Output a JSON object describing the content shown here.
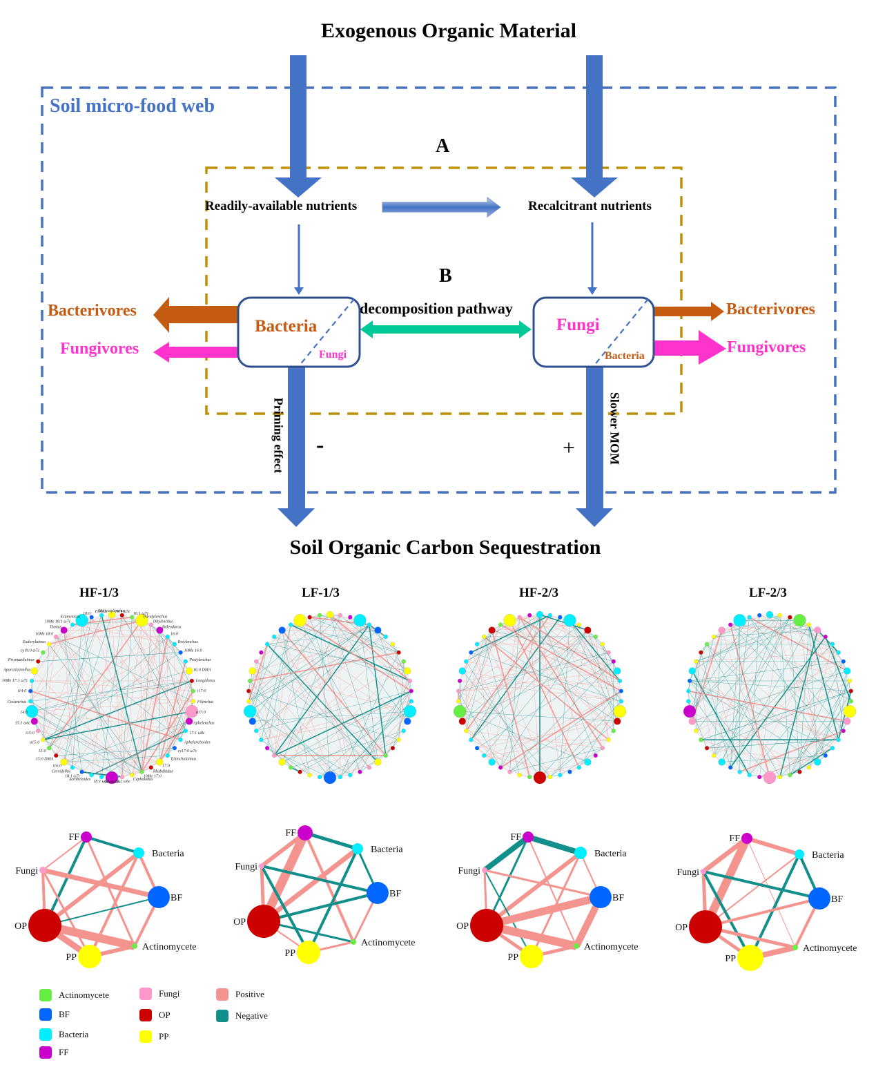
{
  "diagram": {
    "top_title": "Exogenous Organic Material",
    "bottom_title": "Soil Organic Carbon Sequestration",
    "outer_box_label": "Soil micro-food web",
    "section_a_label": "A",
    "section_b_label": "B",
    "readily_label": "Readily-available  nutrients",
    "recalcitrant_label": "Recalcitrant  nutrients",
    "decomposition_label": "decomposition pathway",
    "left_box": {
      "main": "Bacteria",
      "sub": "Fungi"
    },
    "right_box": {
      "main": "Fungi",
      "sub": "Bacteria"
    },
    "left_outputs": {
      "bacterivores": "Bacterivores",
      "fungivores": "Fungivores"
    },
    "right_outputs": {
      "bacterivores": "Bacterivores",
      "fungivores": "Fungivores"
    },
    "priming_label": "Priming  effect",
    "slower_label": "Slower MOM",
    "minus_sign": "-",
    "plus_sign": "+",
    "colors": {
      "blue_arrow": "#4472C4",
      "outer_dash": "#4472C4",
      "inner_dash": "#BF9000",
      "bacteria_text": "#C55A11",
      "fungi_text": "#FF33CC",
      "decomp_arrow": "#00C896",
      "bacterivore_arrow": "#C55A11",
      "fungivore_arrow": "#FF33CC"
    }
  },
  "networks": {
    "panels": [
      {
        "title": "HF-1/3"
      },
      {
        "title": "LF-1/3"
      },
      {
        "title": "HF-2/3"
      },
      {
        "title": "LF-2/3"
      }
    ],
    "hf13_labels": [
      "Helicotylenchus",
      "16:1 ω5c",
      "16:1 ω7c",
      "Paratylenchus",
      "Ditylenchus",
      "Boleodorus",
      "16:0",
      "Rotylenchus",
      "10Me 16:0",
      "Pratylenchus",
      "16:0 DMA",
      "Longidorus",
      "i17:0",
      "Filenchus",
      "a17:0",
      "Aphelenchus",
      "17:1 ω8c",
      "Aphelenchoides",
      "cy17:0 ω7c",
      "Tylencholaimus",
      "17:0",
      "Rhabditidae",
      "10Me 17:0",
      "Cephalobus",
      "18:2 ω6c",
      "Acrobeles",
      "18:1 ω9c",
      "Acrobeloides",
      "18:1 ω7c",
      "Cervidellus",
      "i16:0",
      "15:0 DMA",
      "15:0",
      "a15:0",
      "i15:0",
      "15:1 ω6c",
      "14:0",
      "Coslenchus",
      "i14:0",
      "10Me 17:1 ω7c",
      "Aporcelaimellus",
      "Prismatolaimus",
      "cy19:0 ω7c",
      "Eudorylaimus",
      "10Me 18:0",
      "Thonus",
      "10Me 18:1 ω7c",
      "Ecumenicus",
      "18:0",
      "Plectus"
    ],
    "legend": {
      "nodes": [
        {
          "label": "Actinomycete",
          "color": "#66EE44"
        },
        {
          "label": "BF",
          "color": "#0066FF"
        },
        {
          "label": "Bacteria",
          "color": "#00EEFF"
        },
        {
          "label": "FF",
          "color": "#CC00CC"
        },
        {
          "label": "Fungi",
          "color": "#FF99CC"
        },
        {
          "label": "OP",
          "color": "#CC0000"
        },
        {
          "label": "PP",
          "color": "#FFFF00"
        }
      ],
      "edges": [
        {
          "label": "Positive",
          "color": "#F4948F"
        },
        {
          "label": "Negative",
          "color": "#128F8B"
        }
      ]
    },
    "group_node_labels": {
      "FF": "FF",
      "Bacteria": "Bacteria",
      "Fungi": "Fungi",
      "BF": "BF",
      "OP": "OP",
      "Actinomycete": "Actinomycete",
      "PP": "PP"
    },
    "group_networks": [
      {
        "panel": "HF-1/3",
        "node_sizes": {
          "FF": 8,
          "Bacteria": 8,
          "Fungi": 5,
          "BF": 16,
          "OP": 24,
          "PP": 17,
          "Actinomycete": 4
        },
        "edges": [
          {
            "a": "FF",
            "b": "Bacteria",
            "sign": "negative",
            "w": 4
          },
          {
            "a": "FF",
            "b": "Fungi",
            "sign": "positive",
            "w": 2
          },
          {
            "a": "FF",
            "b": "OP",
            "sign": "negative",
            "w": 4
          },
          {
            "a": "FF",
            "b": "Actinomycete",
            "sign": "positive",
            "w": 3
          },
          {
            "a": "Bacteria",
            "b": "OP",
            "sign": "positive",
            "w": 6
          },
          {
            "a": "Bacteria",
            "b": "BF",
            "sign": "positive",
            "w": 4
          },
          {
            "a": "Bacteria",
            "b": "PP",
            "sign": "positive",
            "w": 4
          },
          {
            "a": "Fungi",
            "b": "BF",
            "sign": "positive",
            "w": 7
          },
          {
            "a": "Fungi",
            "b": "OP",
            "sign": "positive",
            "w": 4
          },
          {
            "a": "Fungi",
            "b": "PP",
            "sign": "positive",
            "w": 3
          },
          {
            "a": "BF",
            "b": "OP",
            "sign": "negative",
            "w": 2
          },
          {
            "a": "BF",
            "b": "Actinomycete",
            "sign": "positive",
            "w": 4
          },
          {
            "a": "OP",
            "b": "Actinomycete",
            "sign": "positive",
            "w": 12
          },
          {
            "a": "OP",
            "b": "PP",
            "sign": "positive",
            "w": 9
          },
          {
            "a": "PP",
            "b": "Actinomycete",
            "sign": "positive",
            "w": 6
          }
        ]
      },
      {
        "panel": "LF-1/3",
        "node_sizes": {
          "FF": 11,
          "Bacteria": 8,
          "Fungi": 4,
          "BF": 16,
          "OP": 24,
          "PP": 17,
          "Actinomycete": 4
        },
        "edges": [
          {
            "a": "FF",
            "b": "Bacteria",
            "sign": "negative",
            "w": 5
          },
          {
            "a": "FF",
            "b": "Fungi",
            "sign": "positive",
            "w": 6
          },
          {
            "a": "FF",
            "b": "OP",
            "sign": "positive",
            "w": 13
          },
          {
            "a": "FF",
            "b": "Actinomycete",
            "sign": "positive",
            "w": 4
          },
          {
            "a": "Bacteria",
            "b": "OP",
            "sign": "positive",
            "w": 7
          },
          {
            "a": "Bacteria",
            "b": "BF",
            "sign": "negative",
            "w": 3
          },
          {
            "a": "Bacteria",
            "b": "PP",
            "sign": "negative",
            "w": 4
          },
          {
            "a": "Fungi",
            "b": "BF",
            "sign": "negative",
            "w": 4
          },
          {
            "a": "Fungi",
            "b": "OP",
            "sign": "positive",
            "w": 5
          },
          {
            "a": "Fungi",
            "b": "PP",
            "sign": "negative",
            "w": 4
          },
          {
            "a": "BF",
            "b": "OP",
            "sign": "negative",
            "w": 4
          },
          {
            "a": "BF",
            "b": "Actinomycete",
            "sign": "positive",
            "w": 3
          },
          {
            "a": "OP",
            "b": "Actinomycete",
            "sign": "negative",
            "w": 3
          },
          {
            "a": "OP",
            "b": "PP",
            "sign": "positive",
            "w": 2
          },
          {
            "a": "PP",
            "b": "Actinomycete",
            "sign": "positive",
            "w": 3
          }
        ]
      },
      {
        "panel": "HF-2/3",
        "node_sizes": {
          "FF": 8,
          "Bacteria": 9,
          "Fungi": 4,
          "BF": 16,
          "OP": 24,
          "PP": 17,
          "Actinomycete": 4
        },
        "edges": [
          {
            "a": "FF",
            "b": "Bacteria",
            "sign": "negative",
            "w": 8
          },
          {
            "a": "FF",
            "b": "Fungi",
            "sign": "negative",
            "w": 8
          },
          {
            "a": "FF",
            "b": "OP",
            "sign": "negative",
            "w": 3
          },
          {
            "a": "FF",
            "b": "Actinomycete",
            "sign": "positive",
            "w": 2
          },
          {
            "a": "Bacteria",
            "b": "OP",
            "sign": "positive",
            "w": 6
          },
          {
            "a": "Bacteria",
            "b": "BF",
            "sign": "positive",
            "w": 2
          },
          {
            "a": "Bacteria",
            "b": "PP",
            "sign": "positive",
            "w": 3
          },
          {
            "a": "Fungi",
            "b": "BF",
            "sign": "positive",
            "w": 3
          },
          {
            "a": "Fungi",
            "b": "OP",
            "sign": "positive",
            "w": 3
          },
          {
            "a": "Fungi",
            "b": "PP",
            "sign": "negative",
            "w": 2
          },
          {
            "a": "BF",
            "b": "OP",
            "sign": "positive",
            "w": 11
          },
          {
            "a": "BF",
            "b": "Actinomycete",
            "sign": "positive",
            "w": 10
          },
          {
            "a": "OP",
            "b": "Actinomycete",
            "sign": "positive",
            "w": 12
          },
          {
            "a": "OP",
            "b": "PP",
            "sign": "positive",
            "w": 5
          },
          {
            "a": "PP",
            "b": "Actinomycete",
            "sign": "positive",
            "w": 5
          }
        ]
      },
      {
        "panel": "LF-2/3",
        "node_sizes": {
          "FF": 8,
          "Bacteria": 7,
          "Fungi": 4,
          "BF": 16,
          "OP": 24,
          "PP": 19,
          "Actinomycete": 4
        },
        "edges": [
          {
            "a": "FF",
            "b": "Bacteria",
            "sign": "positive",
            "w": 6
          },
          {
            "a": "FF",
            "b": "Fungi",
            "sign": "positive",
            "w": 7
          },
          {
            "a": "FF",
            "b": "OP",
            "sign": "positive",
            "w": 12
          },
          {
            "a": "FF",
            "b": "Actinomycete",
            "sign": "positive",
            "w": 1
          },
          {
            "a": "Bacteria",
            "b": "OP",
            "sign": "positive",
            "w": 2
          },
          {
            "a": "Bacteria",
            "b": "BF",
            "sign": "negative",
            "w": 4
          },
          {
            "a": "Bacteria",
            "b": "PP",
            "sign": "negative",
            "w": 4
          },
          {
            "a": "Fungi",
            "b": "BF",
            "sign": "negative",
            "w": 4
          },
          {
            "a": "Fungi",
            "b": "OP",
            "sign": "positive",
            "w": 5
          },
          {
            "a": "Fungi",
            "b": "PP",
            "sign": "negative",
            "w": 4
          },
          {
            "a": "BF",
            "b": "OP",
            "sign": "positive",
            "w": 4
          },
          {
            "a": "BF",
            "b": "Actinomycete",
            "sign": "positive",
            "w": 4
          },
          {
            "a": "OP",
            "b": "Actinomycete",
            "sign": "positive",
            "w": 5
          },
          {
            "a": "OP",
            "b": "PP",
            "sign": "positive",
            "w": 5
          },
          {
            "a": "PP",
            "b": "Actinomycete",
            "sign": "positive",
            "w": 8
          }
        ]
      }
    ]
  }
}
